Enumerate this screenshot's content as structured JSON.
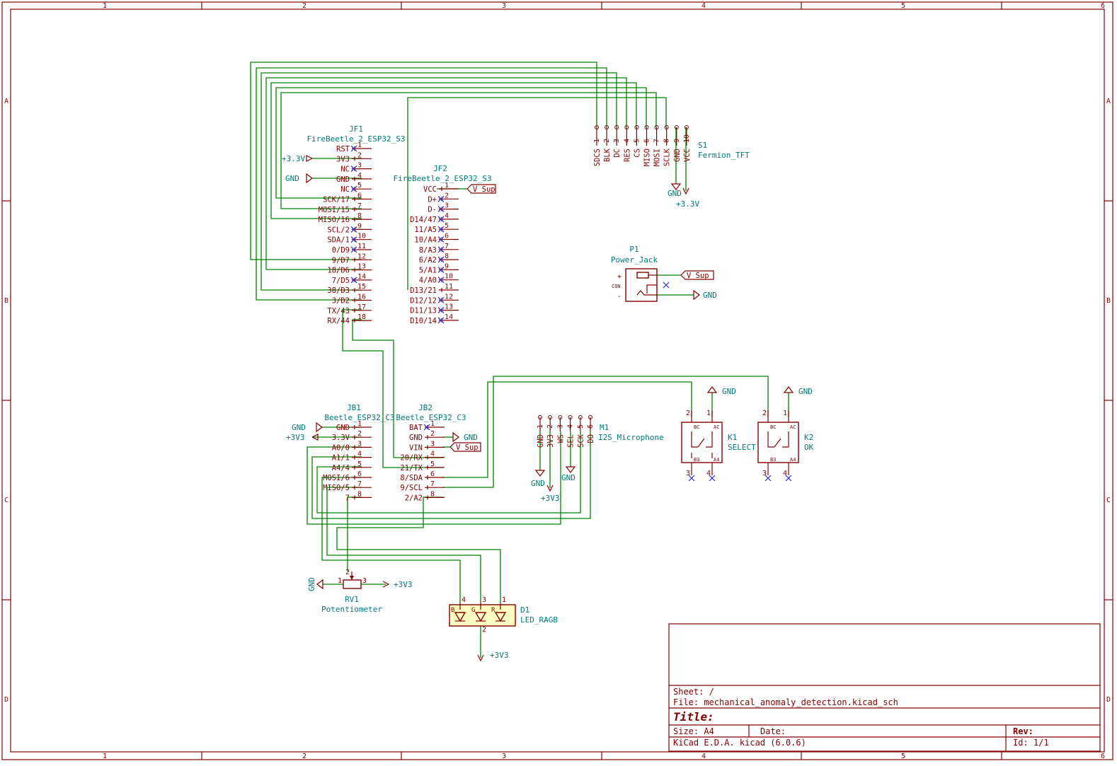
{
  "frame": {
    "columns": [
      "1",
      "2",
      "3",
      "4",
      "5",
      "6"
    ],
    "rows": [
      "A",
      "B",
      "C",
      "D"
    ]
  },
  "title_block": {
    "sheet": "Sheet: /",
    "file": "File: mechanical_anomaly_detection.kicad_sch",
    "title": "Title:",
    "size": "Size: A4",
    "date": "Date:",
    "rev": "Rev:",
    "tool": "KiCad E.D.A.  kicad (6.0.6)",
    "id": "Id: 1/1"
  },
  "JF1": {
    "ref": "JF1",
    "value": "FireBeetle_2_ESP32_S3",
    "pins": [
      {
        "num": "1",
        "name": "RST"
      },
      {
        "num": "2",
        "name": "3V3"
      },
      {
        "num": "3",
        "name": "NC"
      },
      {
        "num": "4",
        "name": "GND"
      },
      {
        "num": "5",
        "name": "NC"
      },
      {
        "num": "6",
        "name": "SCK/17"
      },
      {
        "num": "7",
        "name": "MOSI/15"
      },
      {
        "num": "8",
        "name": "MISO/16"
      },
      {
        "num": "9",
        "name": "SCL/2"
      },
      {
        "num": "10",
        "name": "SDA/1"
      },
      {
        "num": "11",
        "name": "0/D9"
      },
      {
        "num": "12",
        "name": "9/D7"
      },
      {
        "num": "13",
        "name": "18/D6"
      },
      {
        "num": "14",
        "name": "7/D5"
      },
      {
        "num": "15",
        "name": "38/D3"
      },
      {
        "num": "16",
        "name": "3/D2"
      },
      {
        "num": "17",
        "name": "TX/43"
      },
      {
        "num": "18",
        "name": "RX/44"
      }
    ]
  },
  "JF2": {
    "ref": "JF2",
    "value": "FireBeetle_2_ESP32_S3",
    "pins": [
      {
        "num": "1",
        "name": "VCC"
      },
      {
        "num": "2",
        "name": "D+"
      },
      {
        "num": "3",
        "name": "D-"
      },
      {
        "num": "4",
        "name": "D14/47"
      },
      {
        "num": "5",
        "name": "11/A5"
      },
      {
        "num": "6",
        "name": "10/A4"
      },
      {
        "num": "7",
        "name": "8/A3"
      },
      {
        "num": "8",
        "name": "6/A2"
      },
      {
        "num": "9",
        "name": "5/A1"
      },
      {
        "num": "10",
        "name": "4/A0"
      },
      {
        "num": "11",
        "name": "D13/21"
      },
      {
        "num": "12",
        "name": "D12/12"
      },
      {
        "num": "13",
        "name": "D11/13"
      },
      {
        "num": "14",
        "name": "D10/14"
      }
    ]
  },
  "S1": {
    "ref": "S1",
    "value": "Fermion_TFT",
    "pins": [
      {
        "num": "1",
        "name": "SDCS"
      },
      {
        "num": "2",
        "name": "BLK"
      },
      {
        "num": "3",
        "name": "DC"
      },
      {
        "num": "4",
        "name": "RES"
      },
      {
        "num": "5",
        "name": "CS"
      },
      {
        "num": "6",
        "name": "MISO"
      },
      {
        "num": "7",
        "name": "MOSI"
      },
      {
        "num": "8",
        "name": "SCLK"
      },
      {
        "num": "9",
        "name": "GND"
      },
      {
        "num": "10",
        "name": "VCC"
      }
    ]
  },
  "P1": {
    "ref": "P1",
    "value": "Power_Jack",
    "plus": "+",
    "minus": "-",
    "con": "CON"
  },
  "JB1": {
    "ref": "JB1",
    "value": "Beetle_ESP32_C3",
    "pins": [
      {
        "num": "1",
        "name": "GND"
      },
      {
        "num": "2",
        "name": "3.3V"
      },
      {
        "num": "3",
        "name": "A0/0"
      },
      {
        "num": "4",
        "name": "A1/1"
      },
      {
        "num": "5",
        "name": "A4/4"
      },
      {
        "num": "6",
        "name": "MOSI/6"
      },
      {
        "num": "7",
        "name": "MISO/5"
      },
      {
        "num": "8",
        "name": "7"
      }
    ]
  },
  "JB2": {
    "ref": "JB2",
    "value": "Beetle_ESP32_C3",
    "pins": [
      {
        "num": "1",
        "name": "BAT"
      },
      {
        "num": "2",
        "name": "GND"
      },
      {
        "num": "3",
        "name": "VIN"
      },
      {
        "num": "4",
        "name": "20/RX"
      },
      {
        "num": "5",
        "name": "21/TX"
      },
      {
        "num": "6",
        "name": "8/SDA"
      },
      {
        "num": "7",
        "name": "9/SCL"
      },
      {
        "num": "8",
        "name": "2/A2"
      }
    ]
  },
  "M1": {
    "ref": "M1",
    "value": "I2S_Microphone",
    "pins": [
      {
        "num": "1",
        "name": "GND"
      },
      {
        "num": "2",
        "name": "3V3"
      },
      {
        "num": "3",
        "name": "WS"
      },
      {
        "num": "4",
        "name": "SEL"
      },
      {
        "num": "5",
        "name": "SCK"
      },
      {
        "num": "6",
        "name": "DO"
      }
    ]
  },
  "K1": {
    "ref": "K1",
    "value": "SELECT",
    "p1": "1",
    "p2": "2",
    "p3": "3",
    "p4": "4",
    "bc": "BC",
    "ac": "AC",
    "b3": "B3",
    "a4": "A4"
  },
  "K2": {
    "ref": "K2",
    "value": "OK",
    "p1": "1",
    "p2": "2",
    "p3": "3",
    "p4": "4",
    "bc": "BC",
    "ac": "AC",
    "b3": "B3",
    "a4": "A4"
  },
  "RV1": {
    "ref": "RV1",
    "value": "Potentiometer",
    "p1": "1",
    "p2": "2",
    "p3": "3"
  },
  "D1": {
    "ref": "D1",
    "value": "LED_RAGB",
    "p1": "1",
    "p2": "2",
    "p3": "3",
    "p4": "4",
    "b": "B",
    "g": "G",
    "r": "R"
  },
  "nets": {
    "p3v3_arrow": "+3.3V",
    "gnd": "GND",
    "vsup": "V_Sup",
    "p3v3": "+3V3"
  }
}
